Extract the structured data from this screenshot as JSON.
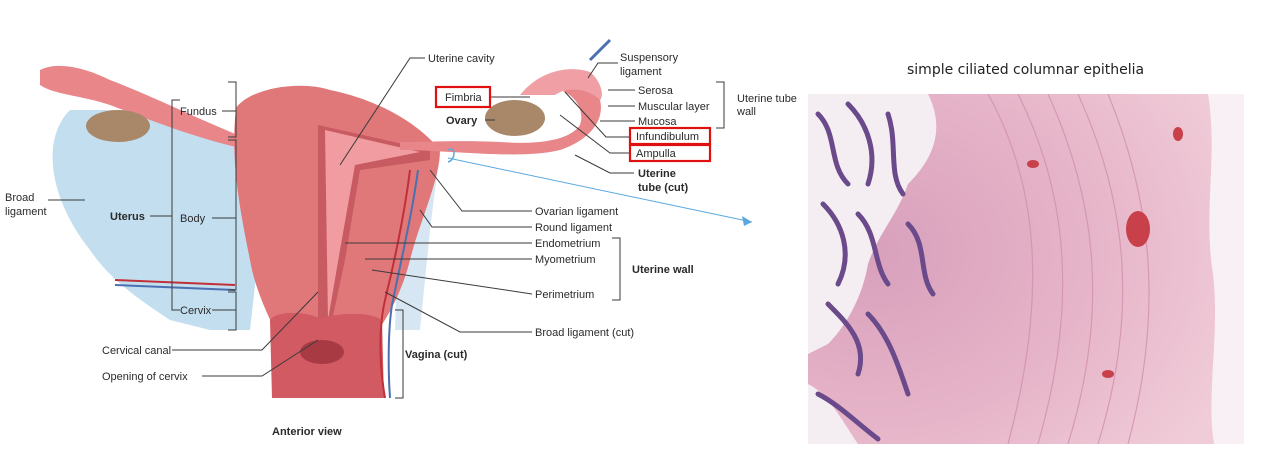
{
  "labels": {
    "uterine_cavity": "Uterine cavity",
    "suspensory_ligament_1": "Suspensory",
    "suspensory_ligament_2": "ligament",
    "fimbria": "Fimbria",
    "ovary": "Ovary",
    "serosa": "Serosa",
    "muscular_layer": "Muscular layer",
    "mucosa": "Mucosa",
    "uterine_tube_wall_1": "Uterine tube",
    "uterine_tube_wall_2": "wall",
    "infundibulum": "Infundibulum",
    "ampulla": "Ampulla",
    "uterine_tube_cut_1": "Uterine",
    "uterine_tube_cut_2": "tube (cut)",
    "fundus": "Fundus",
    "broad_ligament_1": "Broad",
    "broad_ligament_2": "ligament",
    "uterus": "Uterus",
    "body": "Body",
    "ovarian_ligament": "Ovarian ligament",
    "round_ligament": "Round ligament",
    "endometrium": "Endometrium",
    "myometrium": "Myometrium",
    "uterine_wall": "Uterine wall",
    "perimetrium": "Perimetrium",
    "cervix": "Cervix",
    "broad_ligament_cut": "Broad ligament (cut)",
    "cervical_canal": "Cervical canal",
    "vagina_cut": "Vagina (cut)",
    "opening_of_cervix": "Opening of cervix",
    "anterior_view": "Anterior view"
  },
  "highlighted_labels": [
    "Fimbria",
    "Infundibulum",
    "Ampulla"
  ],
  "micrograph_caption": "simple ciliated columnar epithelia",
  "colors": {
    "highlight_box": "#e01010",
    "pointer_arrow": "#5aa8e0",
    "uterus_tissue": "#e0787a",
    "broad_ligament": "#b8d8ec",
    "ovary": "#a88868",
    "he_stroma": "#e6b4c8",
    "he_epithelium": "#6a4a8a"
  }
}
